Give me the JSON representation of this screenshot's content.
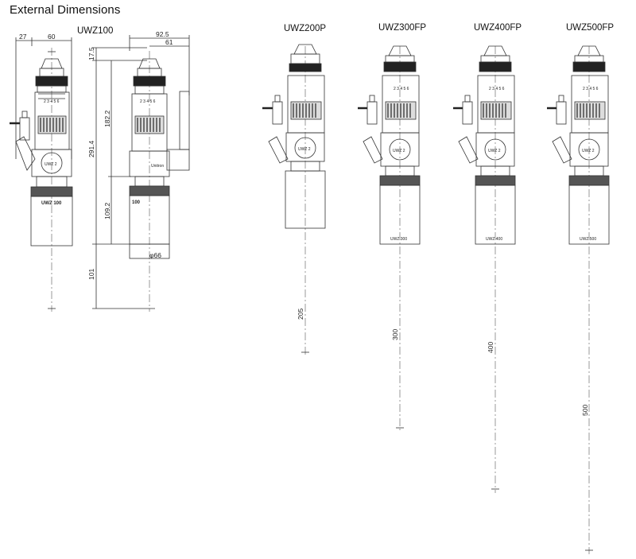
{
  "page": {
    "title": "External Dimensions"
  },
  "models": [
    {
      "id": "uwz100",
      "label": "UWZ100",
      "body_label": "UWZ 100",
      "working_distance": "101"
    },
    {
      "id": "uwz200p",
      "label": "UWZ200P",
      "body_label": "",
      "working_distance": "205"
    },
    {
      "id": "uwz300fp",
      "label": "UWZ300FP",
      "body_label": "UWZ 300",
      "working_distance": "300"
    },
    {
      "id": "uwz400fp",
      "label": "UWZ400FP",
      "body_label": "UWZ 400",
      "working_distance": "400"
    },
    {
      "id": "uwz500fp",
      "label": "UWZ500FP",
      "body_label": "UWZ 500",
      "working_distance": "500"
    }
  ],
  "uwz100_dimensions": {
    "front_offset": "27",
    "front_width": "60",
    "side_total_width": "92.5",
    "side_partial_width": "61",
    "top_offset": "17.5",
    "upper_height": "182.2",
    "total_height": "291.4",
    "lower_height": "109.2",
    "body_diameter": "φ66",
    "side_body_label": "100",
    "side_brand": "Unitron"
  },
  "zoom_knob_label": "UWZ 2",
  "zoom_scale": "2 3 4 5 6"
}
